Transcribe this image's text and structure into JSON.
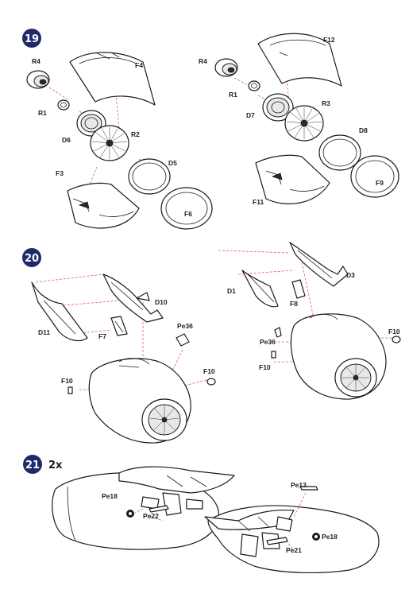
{
  "steps": [
    {
      "number": "19",
      "left": {
        "labels": {
          "r4": "R4",
          "r1": "R1",
          "d6": "D6",
          "r2": "R2",
          "f4": "F4",
          "f3": "F3",
          "d5": "D5",
          "f6": "F6"
        }
      },
      "right": {
        "labels": {
          "r4": "R4",
          "r1": "R1",
          "d7": "D7",
          "r3": "R3",
          "f12": "F12",
          "d8": "D8",
          "f9": "F9",
          "f11": "F11"
        }
      }
    },
    {
      "number": "20",
      "left": {
        "labels": {
          "d11": "D11",
          "d10": "D10",
          "f7": "F7",
          "pe36": "Pe36",
          "f10a": "F10",
          "f10b": "F10"
        }
      },
      "right": {
        "labels": {
          "d1": "D1",
          "d3": "D3",
          "f8": "F8",
          "pe36": "Pe36",
          "f10a": "F10",
          "f10b": "F10"
        }
      }
    },
    {
      "number": "21",
      "quantity": "2x",
      "left": {
        "labels": {
          "pe18": "Pe18",
          "pe22": "Pe22"
        }
      },
      "right": {
        "labels": {
          "pe13": "Pe13",
          "pe18": "Pe18",
          "pe21": "Pe21"
        }
      }
    }
  ]
}
